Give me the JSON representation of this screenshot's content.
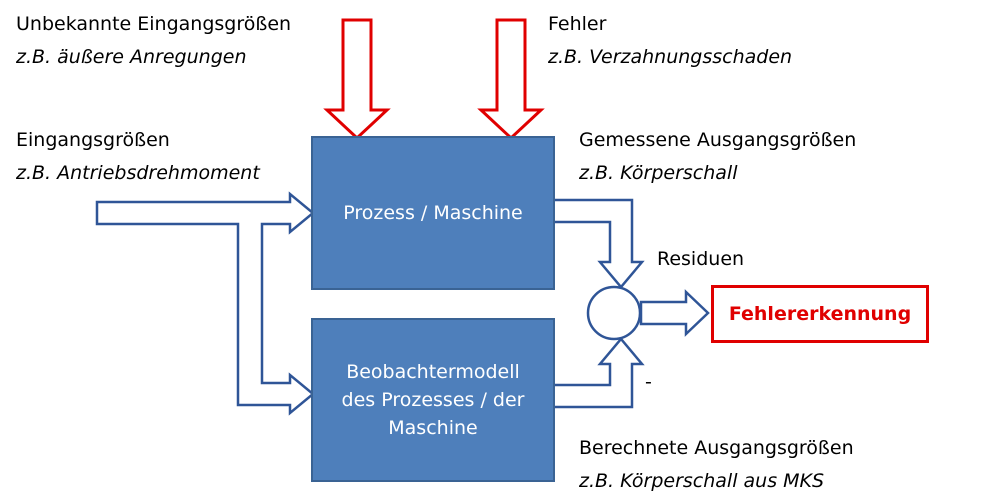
{
  "labels": {
    "unknown_inputs": {
      "name": "Unbekannte Eingangsgrößen",
      "example": "z.B. äußere Anregungen"
    },
    "faults": {
      "name": "Fehler",
      "example": "z.B. Verzahnungsschaden"
    },
    "inputs": {
      "name": "Eingangsgrößen",
      "example": "z.B. Antriebsdrehmoment"
    },
    "measured_outputs": {
      "name": "Gemessene Ausgangsgrößen",
      "example": "z.B. Körperschall"
    },
    "computed_outputs": {
      "name": "Berechnete Ausgangsgrößen",
      "example": "z.B. Körperschall aus MKS"
    },
    "residuals": "Residuen",
    "minus_sign": "-"
  },
  "blocks": {
    "process": "Prozess / Maschine",
    "observer": "Beobachtermodell\ndes Prozesses / der\nMaschine"
  },
  "result": "Fehlererkennung",
  "colors": {
    "block_fill": "#4e7fbb",
    "block_border": "#3a6394",
    "arrow_outline": "#2f5597",
    "fault_arrow": "#e00000",
    "result_border": "#e00000",
    "result_text": "#e00000"
  }
}
